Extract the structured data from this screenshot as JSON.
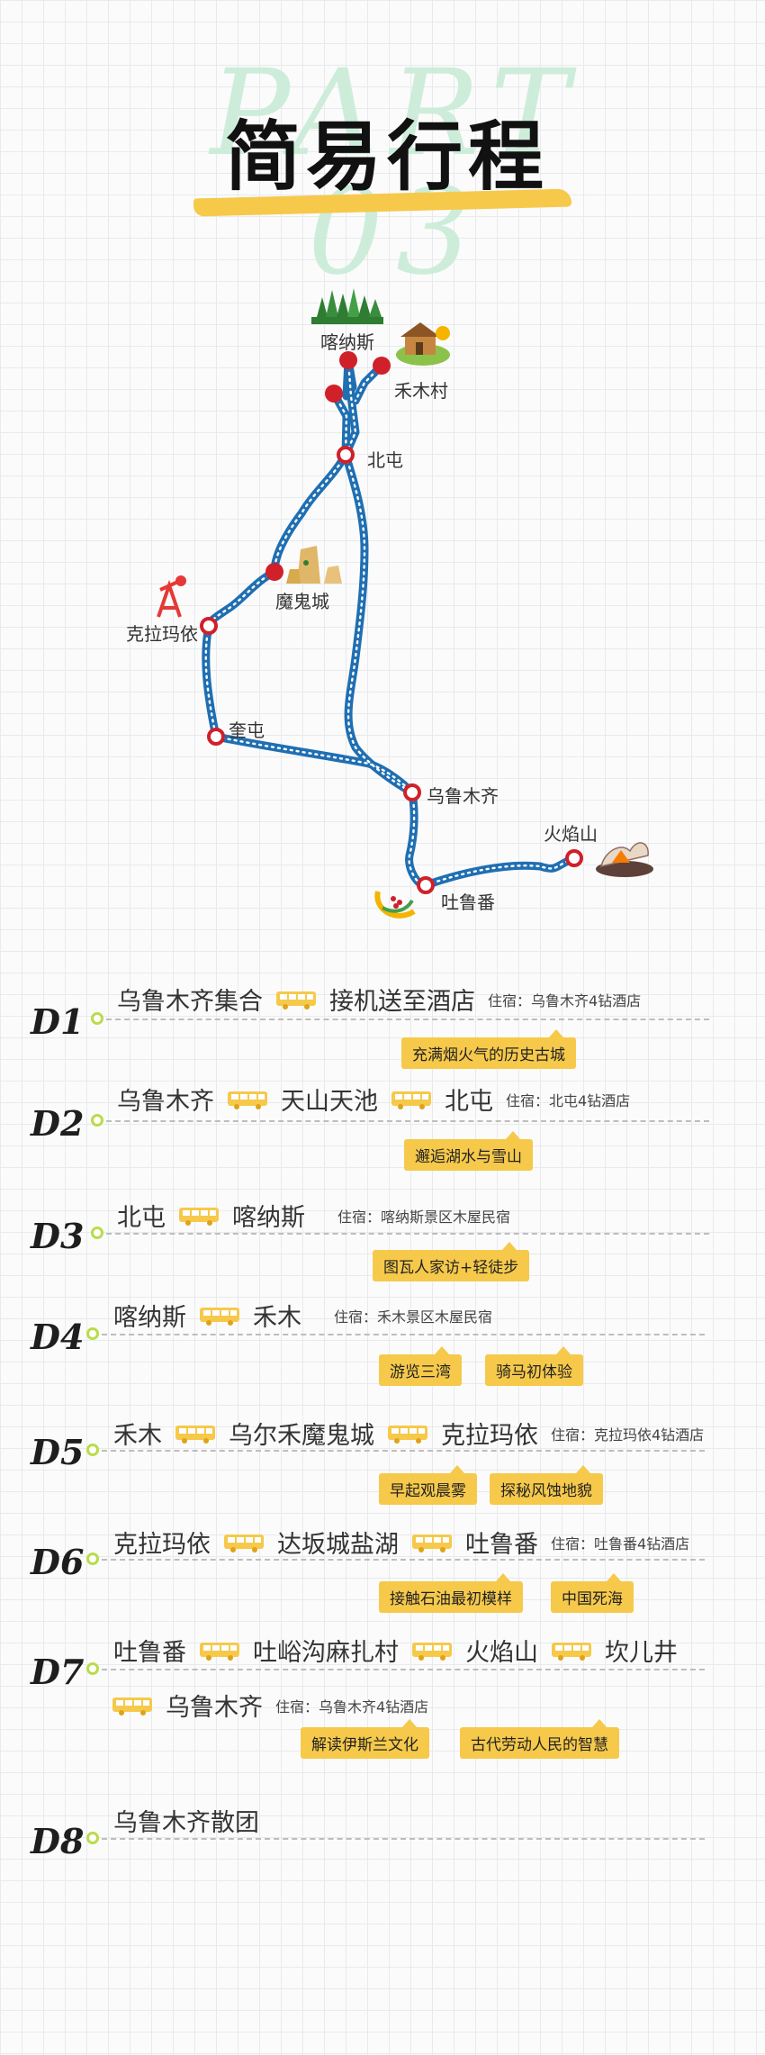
{
  "header": {
    "part_text": "PART 03",
    "title": "简易行程"
  },
  "map": {
    "cities": {
      "kanas": "喀纳斯",
      "hemu": "禾木村",
      "beitun": "北屯",
      "ghost_city": "魔鬼城",
      "karamay": "克拉玛依",
      "kuitun": "奎屯",
      "urumqi": "乌鲁木齐",
      "flaming_mountains": "火焰山",
      "turpan": "吐鲁番"
    },
    "colors": {
      "route": "#1f6fb2",
      "marker": "#d0202a"
    }
  },
  "itinerary": [
    {
      "day": "D1",
      "line1": [
        "乌鲁木齐集合",
        "接机送至酒店"
      ],
      "stay": "住宿：乌鲁木齐4钻酒店",
      "tags": [
        "充满烟火气的历史古城"
      ]
    },
    {
      "day": "D2",
      "line1": [
        "乌鲁木齐",
        "天山天池",
        "北屯"
      ],
      "stay": "住宿：北屯4钻酒店",
      "tags": [
        "邂逅湖水与雪山"
      ]
    },
    {
      "day": "D3",
      "line1": [
        "北屯",
        "喀纳斯"
      ],
      "stay": "住宿：喀纳斯景区木屋民宿",
      "tags": [
        "图瓦人家访+轻徒步"
      ]
    },
    {
      "day": "D4",
      "line1": [
        "喀纳斯",
        "禾木"
      ],
      "stay": "住宿：禾木景区木屋民宿",
      "tags": [
        "游览三湾",
        "骑马初体验"
      ]
    },
    {
      "day": "D5",
      "line1": [
        "禾木",
        "乌尔禾魔鬼城",
        "克拉玛依"
      ],
      "stay": "住宿：克拉玛依4钻酒店",
      "tags": [
        "早起观晨雾",
        "探秘风蚀地貌"
      ]
    },
    {
      "day": "D6",
      "line1": [
        "克拉玛依",
        "达坂城盐湖",
        "吐鲁番"
      ],
      "stay": "住宿：吐鲁番4钻酒店",
      "tags": [
        "接触石油最初模样",
        "中国死海"
      ]
    },
    {
      "day": "D7",
      "line1": [
        "吐鲁番",
        "吐峪沟麻扎村",
        "火焰山",
        "坎儿井"
      ],
      "line2": [
        "乌鲁木齐"
      ],
      "stay": "住宿：乌鲁木齐4钻酒店",
      "tags": [
        "解读伊斯兰文化",
        "古代劳动人民的智慧"
      ]
    },
    {
      "day": "D8",
      "line1": [
        "乌鲁木齐散团"
      ],
      "stay": "",
      "tags": []
    }
  ]
}
